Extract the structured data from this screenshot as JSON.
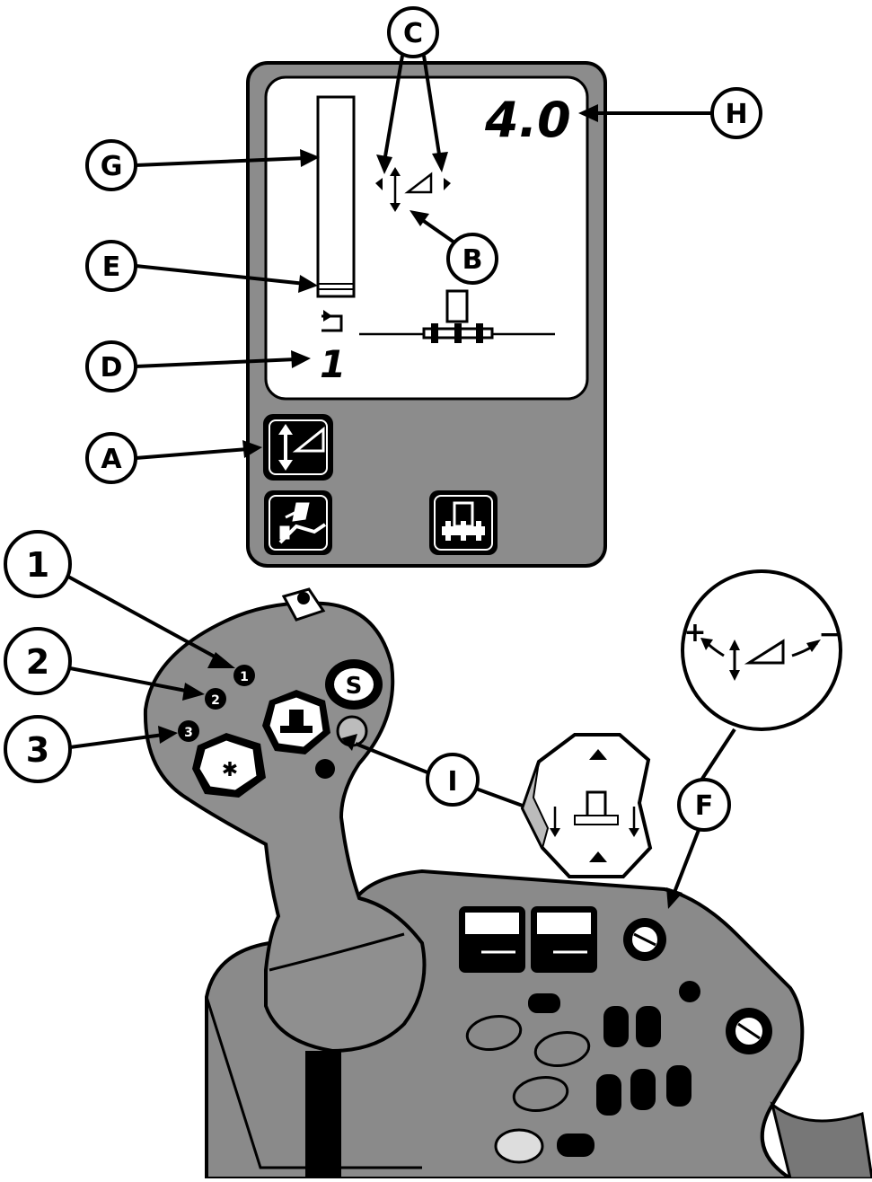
{
  "display": {
    "readout": "4.0",
    "gear_value": "1"
  },
  "callouts": {
    "A": "A",
    "B": "B",
    "C": "C",
    "D": "D",
    "E": "E",
    "F": "F",
    "G": "G",
    "H": "H",
    "I": "I",
    "one": "1",
    "two": "2",
    "three": "3"
  },
  "buttons": {
    "btn1_label": "1",
    "btn2_label": "2",
    "btn3_label": "3",
    "btn_s_label": "S"
  },
  "scale": {
    "plus": "+",
    "minus": "−"
  },
  "colors": {
    "panel": "#8c8c8c",
    "screen": "#ffffff",
    "lever": "#8f8f8f",
    "console": "#8a8a8a",
    "ink": "#000000"
  },
  "icons": [
    "depth-draft-icon",
    "operator-seat-icon",
    "implement-hitch-icon",
    "up-triangle-icon",
    "down-triangle-icon"
  ]
}
